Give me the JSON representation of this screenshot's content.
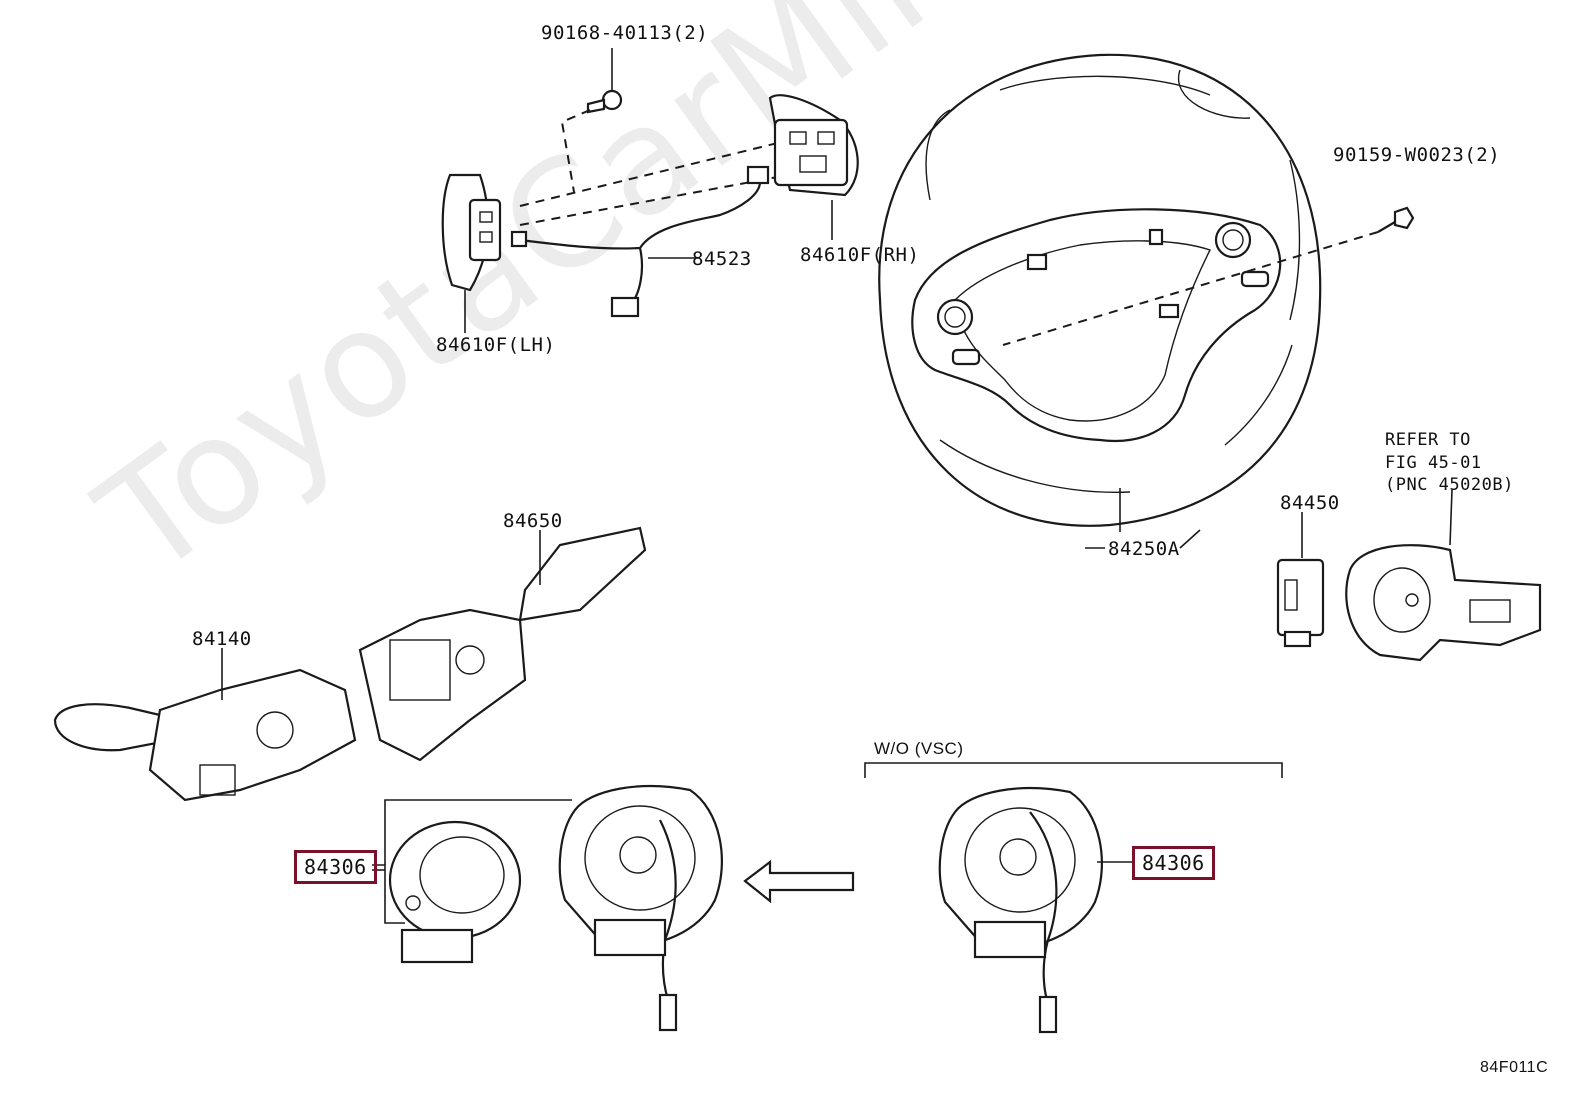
{
  "watermark": "ToyotaCarMine.ru",
  "figure_code": "84F011C",
  "callouts": {
    "bolt_upper": "90168-40113(2)",
    "bolt_right": "90159-W0023(2)",
    "harness": "84523",
    "switch_rh": "84610F(RH)",
    "switch_lh": "84610F(LH)",
    "wheel": "84250A",
    "lever_wiper": "84650",
    "lever_turn": "84140",
    "sensor": "84450",
    "refer_line1": "REFER TO",
    "refer_line2": "FIG 45-01",
    "refer_line3": "(PNC 45020B)",
    "spiral_left": "84306",
    "spiral_right": "84306",
    "variant": "W/O (VSC)"
  },
  "colors": {
    "line": "#1a1a1a",
    "highlight_border": "#7a1029",
    "watermark": "#ececec"
  },
  "icons": {
    "direction_arrow": "arrow-left-icon",
    "fastener": "bolt-icon"
  }
}
